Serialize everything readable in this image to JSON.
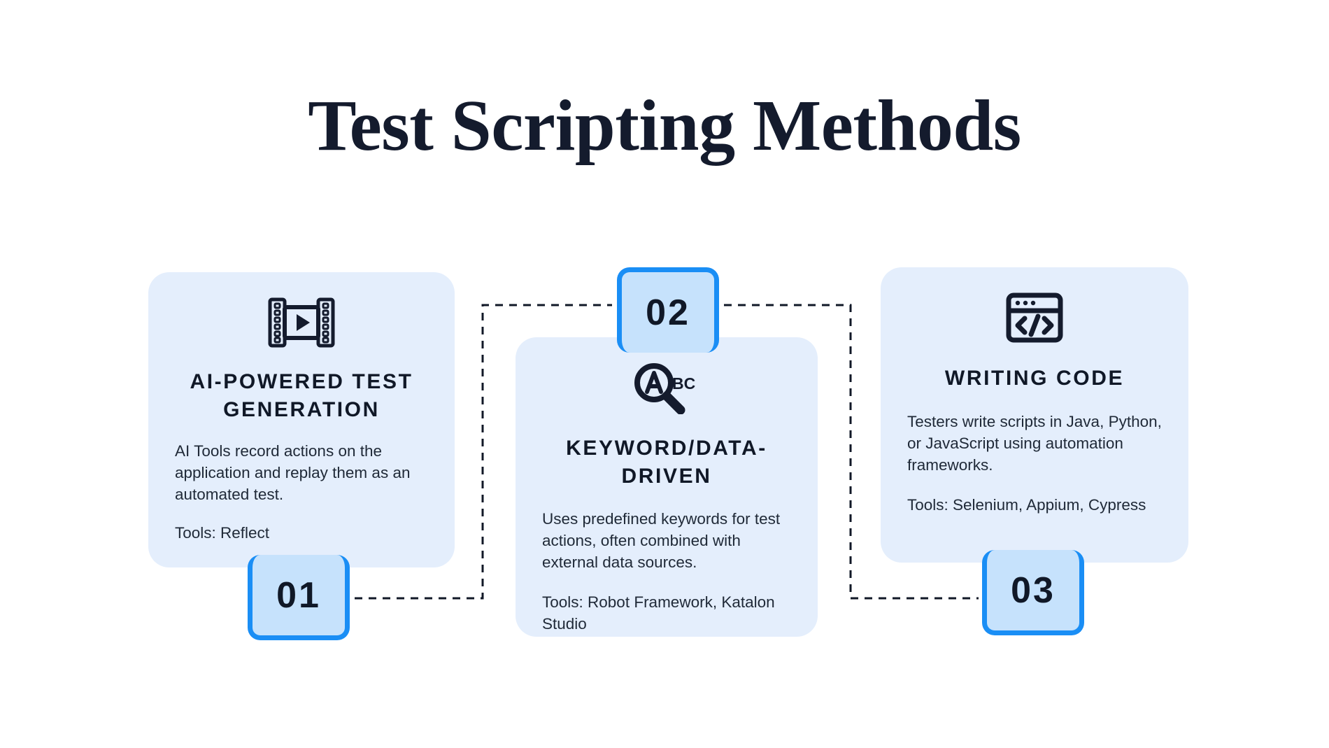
{
  "page": {
    "title": "Test Scripting Methods",
    "background_color": "#ffffff",
    "title_color": "#141b2d",
    "card_color": "#e4eefc",
    "badge_fill_color": "#c6e2fc",
    "badge_accent_color": "#1a8ef5",
    "connector_color": "#111827"
  },
  "cards": [
    {
      "number": "01",
      "icon": "film-strip-play-icon",
      "heading": "AI-POWERED TEST GENERATION",
      "body": "AI Tools record actions on the application and replay them as an automated test.",
      "tools": "Tools: Reflect"
    },
    {
      "number": "02",
      "icon": "magnifier-abc-icon",
      "heading": "KEYWORD/DATA-DRIVEN",
      "body": "Uses predefined keywords for test actions, often combined with external data sources.",
      "tools": "Tools: Robot Framework, Katalon Studio"
    },
    {
      "number": "03",
      "icon": "code-window-icon",
      "heading": "WRITING CODE",
      "body": "Testers write scripts in Java, Python, or JavaScript using automation frameworks.",
      "tools": "Tools: Selenium, Appium, Cypress"
    }
  ]
}
